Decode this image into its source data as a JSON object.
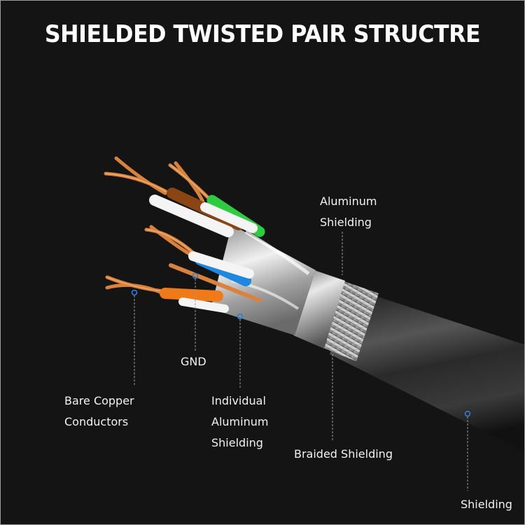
{
  "title": "SHIELDED TWISTED PAIR STRUCTRE",
  "colors": {
    "background": "#141414",
    "text": "#ffffff",
    "marker": "#2f7fd6",
    "leader": "#9a9a9a",
    "copper": "#d9823e",
    "wire_orange": "#f07a18",
    "wire_blue": "#1e88e0",
    "wire_green": "#2ecc40",
    "wire_brown": "#8b4513",
    "wire_white": "#f4f4f4",
    "foil": "#b8b8b8",
    "jacket": "#2a2a2a"
  },
  "labels": {
    "aluminum_shielding": [
      "Aluminum",
      "Shielding"
    ],
    "gnd": [
      "GND"
    ],
    "bare_copper": [
      "Bare Copper",
      "Conductors"
    ],
    "individual_shielding": [
      "Individual",
      "Aluminum",
      "Shielding"
    ],
    "braided_shielding": [
      "Braided Shielding"
    ],
    "shielding": [
      "Shielding"
    ]
  }
}
